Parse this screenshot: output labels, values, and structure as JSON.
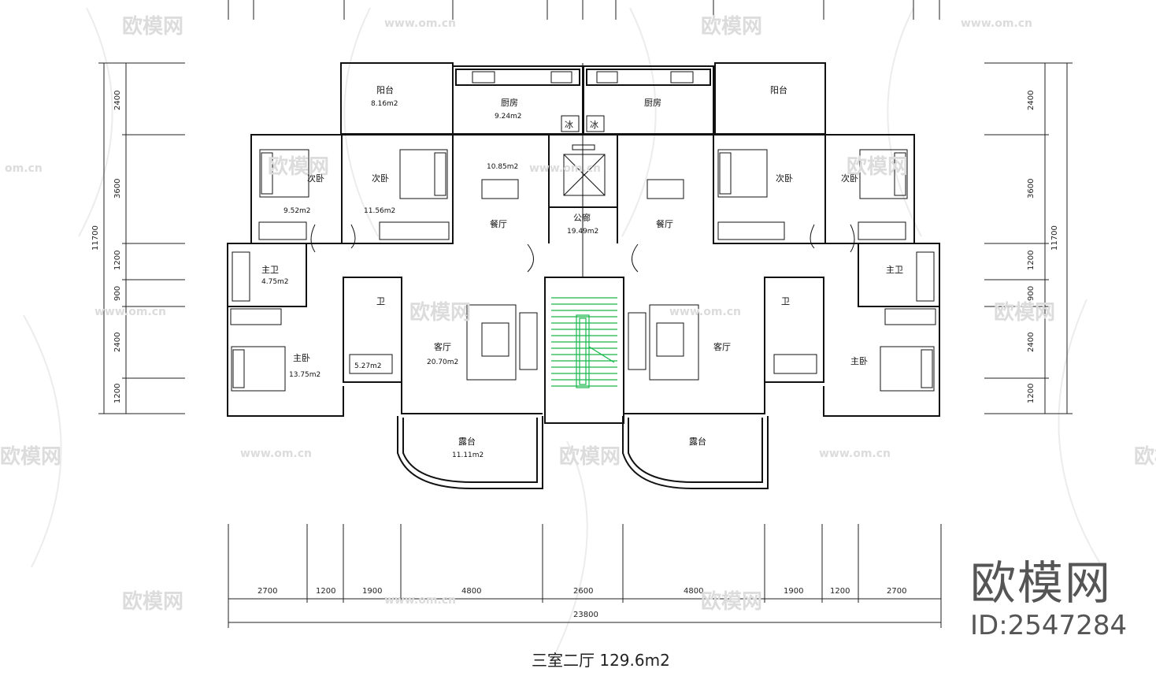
{
  "watermark": {
    "brand": "欧模网",
    "url": "www.om.cn",
    "url_short": "om.cn",
    "id": "ID:2547284"
  },
  "caption": "三室二厅 129.6m2",
  "dims": {
    "left": [
      "2400",
      "3600",
      "1200",
      "900",
      "2400",
      "1200"
    ],
    "left_total": "11700",
    "right": [
      "2400",
      "3600",
      "1200",
      "900",
      "2400",
      "1200"
    ],
    "right_total": "11700",
    "bottom": [
      "2700",
      "1200",
      "1900",
      "4800",
      "2600",
      "4800",
      "1900",
      "1200",
      "2700"
    ],
    "bottom_total": "23800"
  },
  "rooms": {
    "balcony_l": "阳台",
    "balcony_l_area": "8.16m2",
    "kitchen_l": "厨房",
    "kitchen_l_area": "9.24m2",
    "kitchen_r": "厨房",
    "balcony_r": "阳台",
    "fridge": "冰",
    "bed2": "次卧",
    "bed2_area_a": "9.52m2",
    "bed2_area_b": "11.56m2",
    "dining": "餐厅",
    "dining_area": "10.85m2",
    "public": "公廊",
    "public_area": "19.49m2",
    "master_bath": "主卫",
    "master_bath_area": "4.75m2",
    "wc": "卫",
    "wc_area": "5.27m2",
    "master_bed": "主卧",
    "master_bed_area": "13.75m2",
    "living": "客厅",
    "living_area": "20.70m2",
    "terrace": "露台",
    "terrace_area": "11.11m2"
  }
}
